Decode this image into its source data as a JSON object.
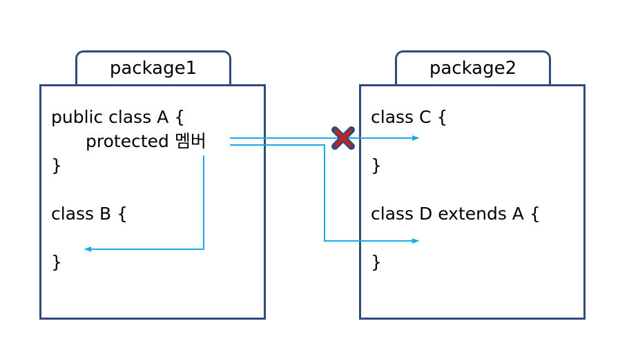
{
  "package1": {
    "label": "package1",
    "class_a_open": "public class A {",
    "member": "protected 멤버",
    "class_a_close": "}",
    "class_b_open": "class B {",
    "class_b_close": "}"
  },
  "package2": {
    "label": "package2",
    "class_c_open": "class C {",
    "class_c_close": "}",
    "class_d_open": "class D extends A {",
    "class_d_close": "}"
  },
  "colors": {
    "border": "#2f4b7c",
    "arrow": "#19a9e6",
    "blocked_mark": "#cc1f1f",
    "blocked_outline": "#2f4b7c"
  },
  "icons": {
    "blocked": "x-mark-icon"
  }
}
